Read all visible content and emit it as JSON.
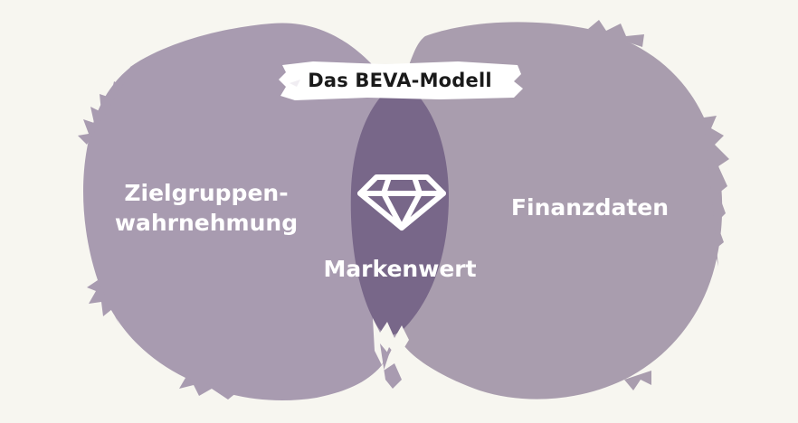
{
  "diagram": {
    "title": "Das BEVA-Modell",
    "left_set": {
      "label_line1": "Zielgruppen-",
      "label_line2": "wahrnehmung"
    },
    "right_set": {
      "label": "Finanzdaten"
    },
    "intersection": {
      "label": "Markenwert",
      "icon": "diamond-icon"
    }
  },
  "colors": {
    "background": "#f7f6f0",
    "circle_left": "#a89bb0",
    "circle_right": "#a99dae",
    "intersection": "#786789",
    "banner": "#ffffff",
    "title_text": "#1a1a1a",
    "label_text": "#ffffff"
  }
}
